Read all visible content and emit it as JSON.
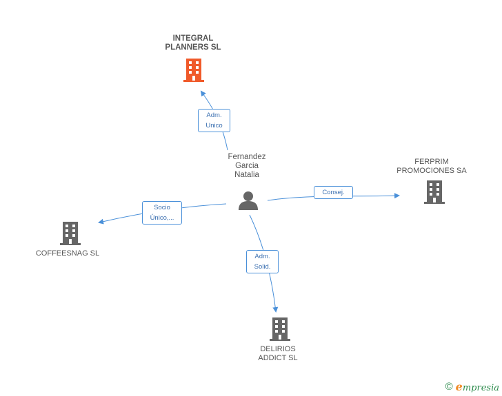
{
  "colors": {
    "focus": "#f05a2a",
    "node": "#666666",
    "edge": "#4a90d9",
    "brand": "#2a8a4a"
  },
  "person": {
    "name": "Fernandez\nGarcia\nNatalia",
    "icon": "person-icon"
  },
  "companies": [
    {
      "id": "integral",
      "name": "INTEGRAL\nPLANNERS SL",
      "icon": "building-icon",
      "focus": true
    },
    {
      "id": "ferprim",
      "name": "FERPRIM\nPROMOCIONES SA",
      "icon": "building-icon"
    },
    {
      "id": "coffeesnag",
      "name": "COFFEESNAG SL",
      "icon": "building-icon"
    },
    {
      "id": "delirios",
      "name": "DELIRIOS\nADDICT  SL",
      "icon": "building-icon"
    }
  ],
  "edges": [
    {
      "to": "integral",
      "label": "Adm.\nUnico"
    },
    {
      "to": "ferprim",
      "label": "Consej."
    },
    {
      "to": "coffeesnag",
      "label": "Socio\nÚnico,..."
    },
    {
      "to": "delirios",
      "label": "Adm.\nSolid."
    }
  ],
  "footer": {
    "copyright": "©",
    "brand_e": "e",
    "brand_rest": "mpresia"
  }
}
